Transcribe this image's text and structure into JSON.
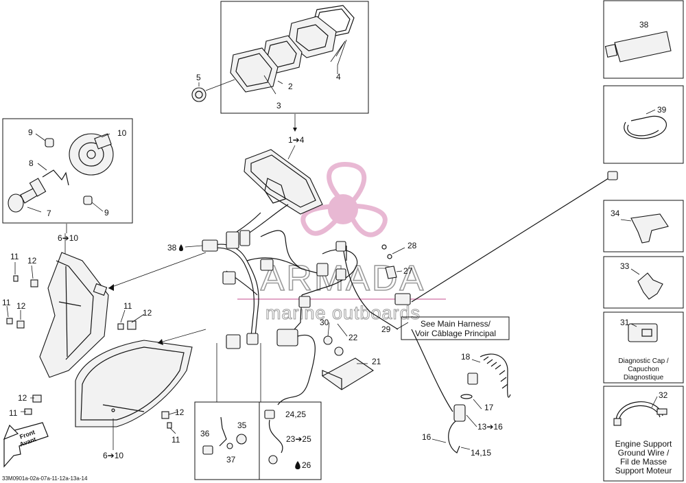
{
  "diagram": {
    "reference_code": "33M0901a-02a-07a-11-12a-13a-14",
    "labels": {
      "l1to4": "1➔4",
      "l2": "2",
      "l3": "3",
      "l4": "4",
      "l5": "5",
      "l6to10_top": "6➔10",
      "l6to10_bottom": "6➔10",
      "l7": "7",
      "l8": "8",
      "l9_a": "9",
      "l9_b": "9",
      "l10": "10",
      "l11_a": "11",
      "l11_b": "11",
      "l11_c": "11",
      "l11_d": "11",
      "l11_e": "11",
      "l12_a": "12",
      "l12_b": "12",
      "l12_c": "12",
      "l12_d": "12",
      "l12_e": "12",
      "l13to16": "13➔16",
      "l14_15": "14,15",
      "l16": "16",
      "l17": "17",
      "l18": "18",
      "l21": "21",
      "l22": "22",
      "l23to25": "23➔25",
      "l24_25": "24,25",
      "l26": "26",
      "l27": "27",
      "l28": "28",
      "l29": "29",
      "l30": "30",
      "l31": "31",
      "l32": "32",
      "l33": "33",
      "l34": "34",
      "l35": "35",
      "l36": "36",
      "l37": "37",
      "l38_main": "38",
      "l38_box": "38",
      "l39": "39"
    },
    "notes": {
      "main_harness_line1": "See Main Harness/",
      "main_harness_line2": "Voir Câblage Principal",
      "diag_cap_line1": "Diagnostic Cap /",
      "diag_cap_line2": "Capuchon",
      "diag_cap_line3": "Diagnostique",
      "ground_wire_line1": "Engine Support",
      "ground_wire_line2": "Ground Wire /",
      "ground_wire_line3": "Fil de Masse",
      "ground_wire_line4": "Support Moteur",
      "front_line1": "Front",
      "front_line2": "Avant"
    },
    "watermark": {
      "brand": "ARMADA",
      "tagline": "marine outboards"
    }
  }
}
